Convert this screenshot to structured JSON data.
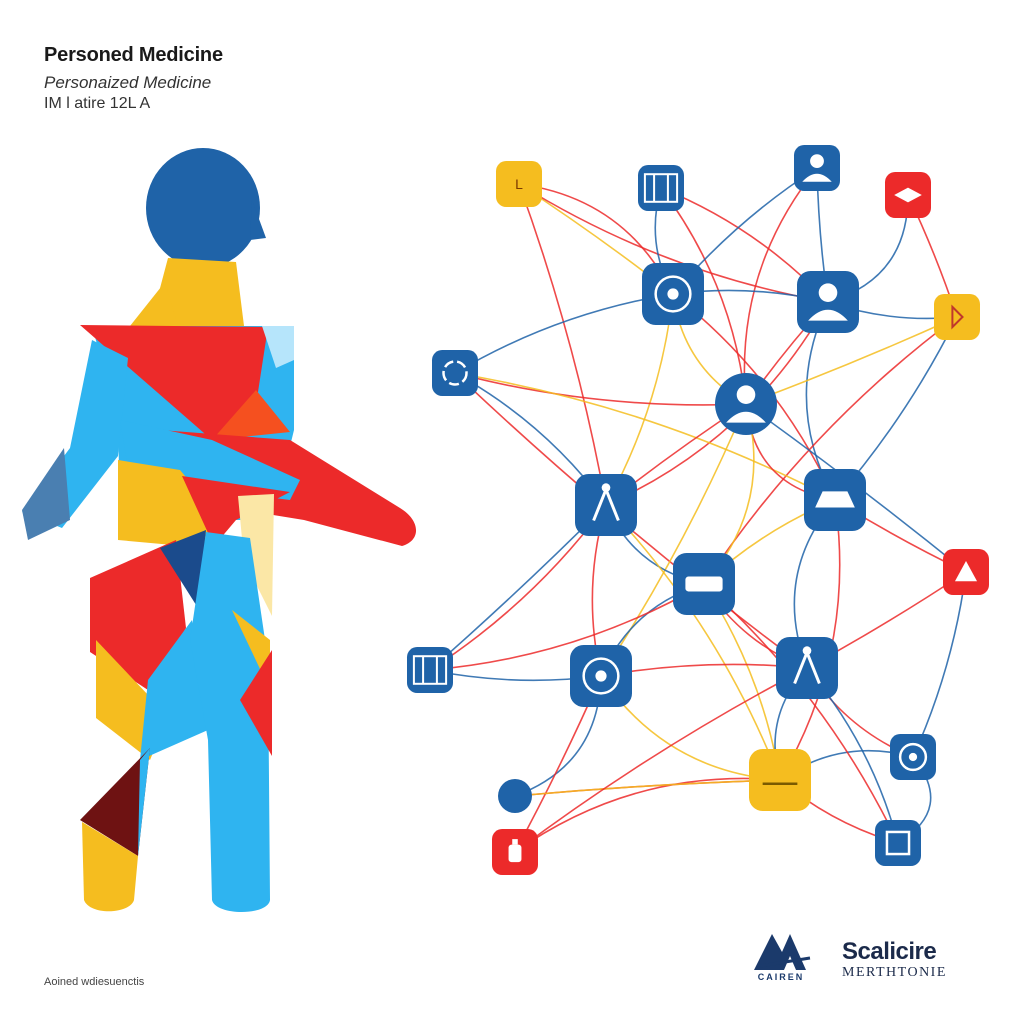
{
  "header": {
    "title": "Personed Medicine",
    "subtitle": "Personaized Medicine",
    "subtitle2": "IM l atire 12L A"
  },
  "footer": {
    "note": "Aoined wdiesuenctis",
    "logo1_text": "CAIREN",
    "logo2_name": "Scalicire",
    "logo2_sub": "MERTHTONIE"
  },
  "colors": {
    "blue": "#1f63a8",
    "sky": "#2fb4f0",
    "yellow": "#f5bd1f",
    "red": "#ec2a2a",
    "orange": "#f5501f",
    "dark": "#6e1212",
    "navy": "#1b3a6b"
  },
  "network": {
    "nodes": [
      {
        "id": "n1",
        "color": "yellow",
        "icon": "letter-l-icon",
        "glyph": "L",
        "label": "",
        "size": "small"
      },
      {
        "id": "n2",
        "color": "blue",
        "icon": "building-icon",
        "glyph": "",
        "label": "",
        "size": "small"
      },
      {
        "id": "n3",
        "color": "blue",
        "icon": "person-icon",
        "glyph": "",
        "label": "",
        "size": "small"
      },
      {
        "id": "n4",
        "color": "red",
        "icon": "diamond-icon",
        "glyph": "",
        "label": "",
        "size": "small"
      },
      {
        "id": "n5",
        "color": "blue",
        "icon": "globe-icon",
        "glyph": "",
        "label": "",
        "size": "large"
      },
      {
        "id": "n6",
        "color": "blue",
        "icon": "people-icon",
        "glyph": "",
        "label": "",
        "size": "large"
      },
      {
        "id": "n7",
        "color": "yellow",
        "icon": "tag-icon",
        "glyph": "",
        "label": "",
        "size": "small"
      },
      {
        "id": "n8",
        "color": "blue",
        "icon": "refresh-icon",
        "glyph": "",
        "label": "",
        "size": "small"
      },
      {
        "id": "n9",
        "color": "blue",
        "icon": "user-icon",
        "glyph": "",
        "label": "",
        "size": "large",
        "shape": "circle"
      },
      {
        "id": "n10",
        "color": "blue",
        "icon": "figure-icon",
        "glyph": "",
        "label": "",
        "size": "large"
      },
      {
        "id": "n11",
        "color": "blue",
        "icon": "car-icon",
        "glyph": "",
        "label": "",
        "size": "large"
      },
      {
        "id": "n12",
        "color": "red",
        "icon": "warning-icon",
        "glyph": "",
        "label": "",
        "size": "small"
      },
      {
        "id": "n13",
        "color": "blue",
        "icon": "device-icon",
        "glyph": "",
        "label": "",
        "size": "large"
      },
      {
        "id": "n14",
        "color": "blue",
        "icon": "bank-icon",
        "glyph": "",
        "label": "",
        "size": "small"
      },
      {
        "id": "n15",
        "color": "blue",
        "icon": "check-icon",
        "glyph": "",
        "label": "",
        "size": "large"
      },
      {
        "id": "n16",
        "color": "blue",
        "icon": "hand-icon",
        "glyph": "",
        "label": "",
        "size": "large"
      },
      {
        "id": "n17",
        "color": "yellow",
        "icon": "line-icon",
        "glyph": "",
        "label": "",
        "size": "large"
      },
      {
        "id": "n18",
        "color": "blue",
        "icon": "target-icon",
        "glyph": "",
        "label": "",
        "size": "small"
      },
      {
        "id": "n19",
        "color": "blue",
        "icon": "dot-icon",
        "glyph": "",
        "label": "",
        "size": "small",
        "shape": "circle"
      },
      {
        "id": "n20",
        "color": "red",
        "icon": "bottle-icon",
        "glyph": "",
        "label": "",
        "size": "small"
      },
      {
        "id": "n21",
        "color": "blue",
        "icon": "chip-icon",
        "glyph": "",
        "label": "",
        "size": "small"
      }
    ],
    "edges": [
      [
        "n1",
        "n5",
        "red"
      ],
      [
        "n1",
        "n5",
        "yellow"
      ],
      [
        "n1",
        "n10",
        "red"
      ],
      [
        "n1",
        "n6",
        "red"
      ],
      [
        "n2",
        "n5",
        "blue"
      ],
      [
        "n2",
        "n6",
        "red"
      ],
      [
        "n2",
        "n9",
        "red"
      ],
      [
        "n3",
        "n5",
        "blue"
      ],
      [
        "n3",
        "n6",
        "blue"
      ],
      [
        "n3",
        "n9",
        "red"
      ],
      [
        "n4",
        "n6",
        "blue"
      ],
      [
        "n4",
        "n7",
        "red"
      ],
      [
        "n5",
        "n6",
        "blue"
      ],
      [
        "n5",
        "n9",
        "yellow"
      ],
      [
        "n5",
        "n8",
        "blue"
      ],
      [
        "n5",
        "n10",
        "yellow"
      ],
      [
        "n5",
        "n11",
        "red"
      ],
      [
        "n6",
        "n7",
        "blue"
      ],
      [
        "n6",
        "n9",
        "red"
      ],
      [
        "n6",
        "n11",
        "blue"
      ],
      [
        "n6",
        "n10",
        "red"
      ],
      [
        "n7",
        "n9",
        "yellow"
      ],
      [
        "n7",
        "n11",
        "blue"
      ],
      [
        "n7",
        "n13",
        "red"
      ],
      [
        "n8",
        "n9",
        "red"
      ],
      [
        "n8",
        "n10",
        "blue"
      ],
      [
        "n8",
        "n11",
        "yellow"
      ],
      [
        "n8",
        "n16",
        "red"
      ],
      [
        "n9",
        "n10",
        "red"
      ],
      [
        "n9",
        "n11",
        "red"
      ],
      [
        "n9",
        "n13",
        "yellow"
      ],
      [
        "n9",
        "n12",
        "blue"
      ],
      [
        "n9",
        "n15",
        "yellow"
      ],
      [
        "n10",
        "n13",
        "blue"
      ],
      [
        "n10",
        "n15",
        "red"
      ],
      [
        "n10",
        "n14",
        "red"
      ],
      [
        "n10",
        "n17",
        "yellow"
      ],
      [
        "n11",
        "n13",
        "yellow"
      ],
      [
        "n11",
        "n12",
        "red"
      ],
      [
        "n11",
        "n16",
        "blue"
      ],
      [
        "n11",
        "n17",
        "red"
      ],
      [
        "n12",
        "n16",
        "red"
      ],
      [
        "n12",
        "n18",
        "blue"
      ],
      [
        "n13",
        "n15",
        "blue"
      ],
      [
        "n13",
        "n16",
        "red"
      ],
      [
        "n13",
        "n17",
        "yellow"
      ],
      [
        "n13",
        "n14",
        "red"
      ],
      [
        "n14",
        "n15",
        "blue"
      ],
      [
        "n14",
        "n10",
        "blue"
      ],
      [
        "n15",
        "n17",
        "yellow"
      ],
      [
        "n15",
        "n19",
        "blue"
      ],
      [
        "n15",
        "n20",
        "red"
      ],
      [
        "n15",
        "n16",
        "red"
      ],
      [
        "n16",
        "n17",
        "blue"
      ],
      [
        "n16",
        "n18",
        "red"
      ],
      [
        "n16",
        "n21",
        "blue"
      ],
      [
        "n17",
        "n18",
        "blue"
      ],
      [
        "n17",
        "n21",
        "red"
      ],
      [
        "n17",
        "n19",
        "red"
      ],
      [
        "n17",
        "n20",
        "red"
      ],
      [
        "n18",
        "n21",
        "blue"
      ],
      [
        "n19",
        "n17",
        "yellow"
      ],
      [
        "n20",
        "n16",
        "red"
      ],
      [
        "n21",
        "n13",
        "red"
      ]
    ]
  }
}
